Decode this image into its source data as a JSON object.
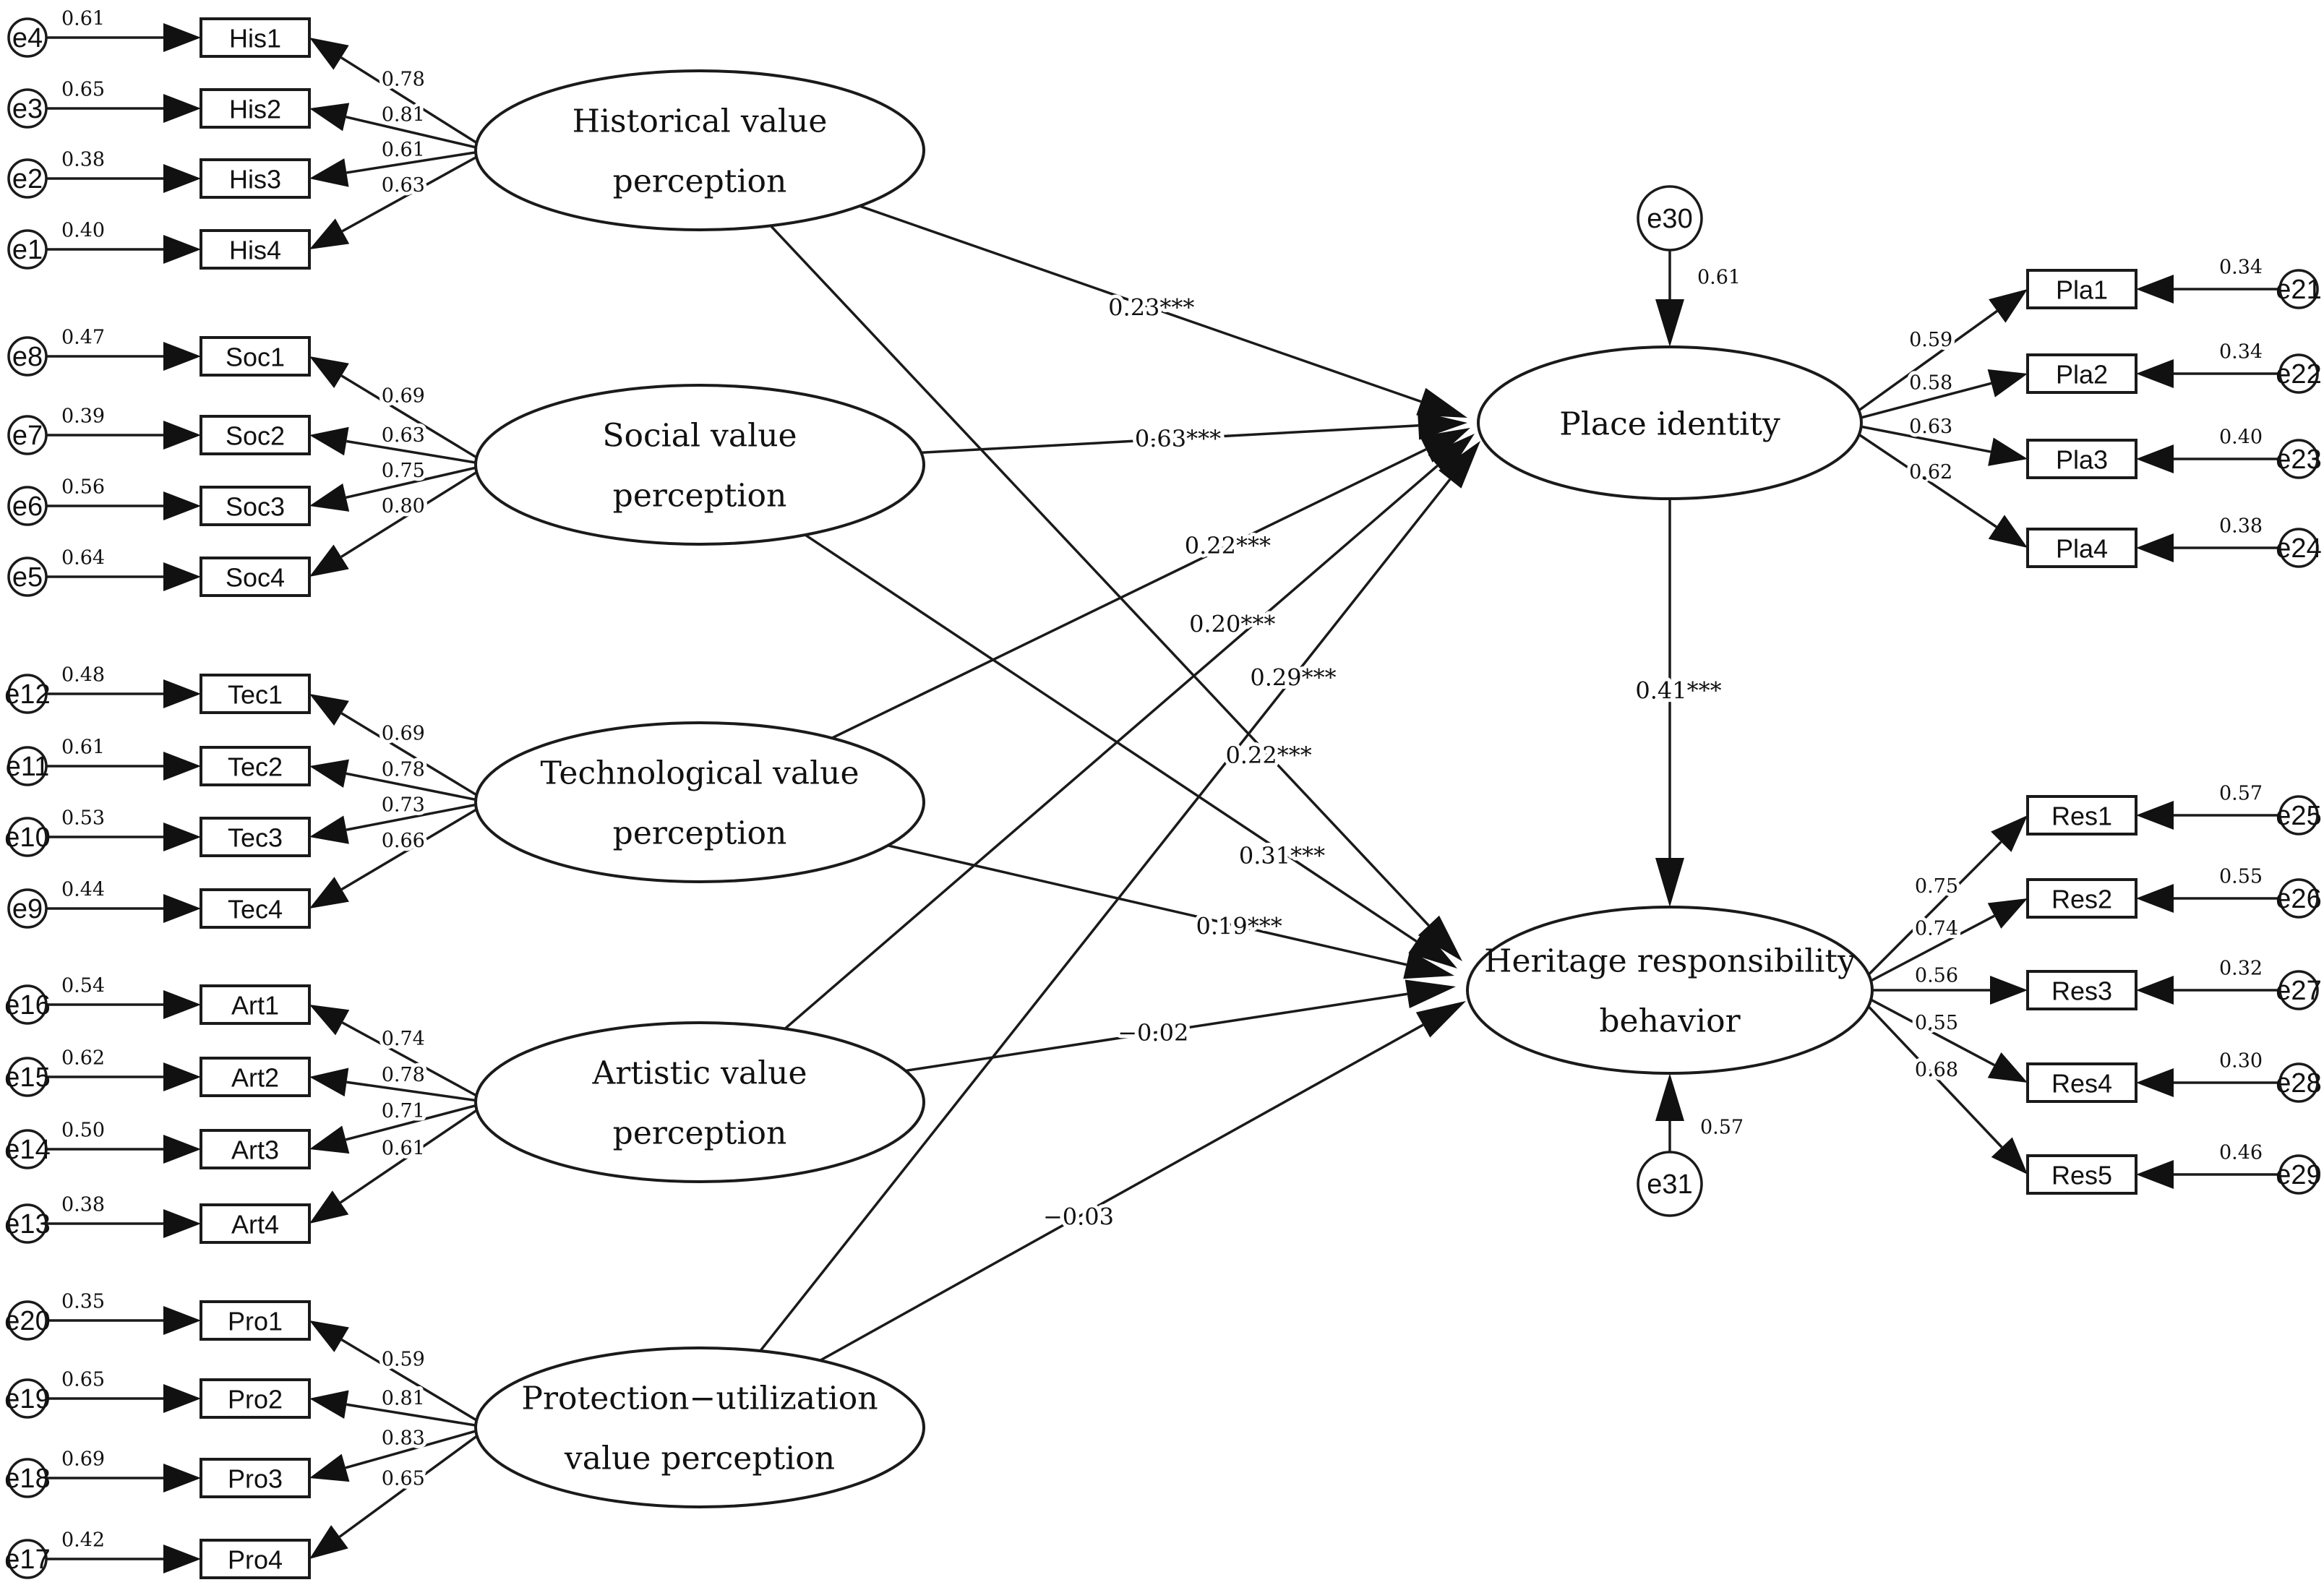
{
  "latents": [
    {
      "id": "his",
      "label_line1": "Historical value",
      "label_line2": "perception"
    },
    {
      "id": "soc",
      "label_line1": "Social value",
      "label_line2": "perception"
    },
    {
      "id": "tec",
      "label_line1": "Technological value",
      "label_line2": "perception"
    },
    {
      "id": "art",
      "label_line1": "Artistic value",
      "label_line2": "perception"
    },
    {
      "id": "pro",
      "label_line1": "Protection−utilization",
      "label_line2": "value perception"
    },
    {
      "id": "pla",
      "label_line1": "Place identity",
      "label_line2": ""
    },
    {
      "id": "res",
      "label_line1": "Heritage responsibility",
      "label_line2": "behavior"
    }
  ],
  "indicators": [
    {
      "id": "His1",
      "latent": "his",
      "loading": "0.78",
      "error": "e4",
      "error_var": "0.61"
    },
    {
      "id": "His2",
      "latent": "his",
      "loading": "0.81",
      "error": "e3",
      "error_var": "0.65"
    },
    {
      "id": "His3",
      "latent": "his",
      "loading": "0.61",
      "error": "e2",
      "error_var": "0.38"
    },
    {
      "id": "His4",
      "latent": "his",
      "loading": "0.63",
      "error": "e1",
      "error_var": "0.40"
    },
    {
      "id": "Soc1",
      "latent": "soc",
      "loading": "0.69",
      "error": "e8",
      "error_var": "0.47"
    },
    {
      "id": "Soc2",
      "latent": "soc",
      "loading": "0.63",
      "error": "e7",
      "error_var": "0.39"
    },
    {
      "id": "Soc3",
      "latent": "soc",
      "loading": "0.75",
      "error": "e6",
      "error_var": "0.56"
    },
    {
      "id": "Soc4",
      "latent": "soc",
      "loading": "0.80",
      "error": "e5",
      "error_var": "0.64"
    },
    {
      "id": "Tec1",
      "latent": "tec",
      "loading": "0.69",
      "error": "e12",
      "error_var": "0.48"
    },
    {
      "id": "Tec2",
      "latent": "tec",
      "loading": "0.78",
      "error": "e11",
      "error_var": "0.61"
    },
    {
      "id": "Tec3",
      "latent": "tec",
      "loading": "0.73",
      "error": "e10",
      "error_var": "0.53"
    },
    {
      "id": "Tec4",
      "latent": "tec",
      "loading": "0.66",
      "error": "e9",
      "error_var": "0.44"
    },
    {
      "id": "Art1",
      "latent": "art",
      "loading": "0.74",
      "error": "e16",
      "error_var": "0.54"
    },
    {
      "id": "Art2",
      "latent": "art",
      "loading": "0.78",
      "error": "e15",
      "error_var": "0.62"
    },
    {
      "id": "Art3",
      "latent": "art",
      "loading": "0.71",
      "error": "e14",
      "error_var": "0.50"
    },
    {
      "id": "Art4",
      "latent": "art",
      "loading": "0.61",
      "error": "e13",
      "error_var": "0.38"
    },
    {
      "id": "Pro1",
      "latent": "pro",
      "loading": "0.59",
      "error": "e20",
      "error_var": "0.35"
    },
    {
      "id": "Pro2",
      "latent": "pro",
      "loading": "0.81",
      "error": "e19",
      "error_var": "0.65"
    },
    {
      "id": "Pro3",
      "latent": "pro",
      "loading": "0.83",
      "error": "e18",
      "error_var": "0.69"
    },
    {
      "id": "Pro4",
      "latent": "pro",
      "loading": "0.65",
      "error": "e17",
      "error_var": "0.42"
    },
    {
      "id": "Pla1",
      "latent": "pla",
      "loading": "0.59",
      "error": "e21",
      "error_var": "0.34"
    },
    {
      "id": "Pla2",
      "latent": "pla",
      "loading": "0.58",
      "error": "e22",
      "error_var": "0.34"
    },
    {
      "id": "Pla3",
      "latent": "pla",
      "loading": "0.63",
      "error": "e23",
      "error_var": "0.40"
    },
    {
      "id": "Pla4",
      "latent": "pla",
      "loading": "0.62",
      "error": "e24",
      "error_var": "0.38"
    },
    {
      "id": "Res1",
      "latent": "res",
      "loading": "0.75",
      "error": "e25",
      "error_var": "0.57"
    },
    {
      "id": "Res2",
      "latent": "res",
      "loading": "0.74",
      "error": "e26",
      "error_var": "0.55"
    },
    {
      "id": "Res3",
      "latent": "res",
      "loading": "0.56",
      "error": "e27",
      "error_var": "0.32"
    },
    {
      "id": "Res4",
      "latent": "res",
      "loading": "0.55",
      "error": "e28",
      "error_var": "0.30"
    },
    {
      "id": "Res5",
      "latent": "res",
      "loading": "0.68",
      "error": "e29",
      "error_var": "0.46"
    }
  ],
  "paths": [
    {
      "from": "his",
      "to": "pla",
      "coef": "0.23***"
    },
    {
      "from": "soc",
      "to": "pla",
      "coef": "0.63***"
    },
    {
      "from": "tec",
      "to": "pla",
      "coef": "0.22***"
    },
    {
      "from": "art",
      "to": "pla",
      "coef": "0.20***"
    },
    {
      "from": "pro",
      "to": "pla",
      "coef": "0.29***"
    },
    {
      "from": "his",
      "to": "res",
      "coef": "0.22***"
    },
    {
      "from": "soc",
      "to": "res",
      "coef": "0.31***"
    },
    {
      "from": "tec",
      "to": "res",
      "coef": "0.19***"
    },
    {
      "from": "art",
      "to": "res",
      "coef": "−0.02"
    },
    {
      "from": "pro",
      "to": "res",
      "coef": "−0.03"
    },
    {
      "from": "pla",
      "to": "res",
      "coef": "0.41***"
    }
  ],
  "disturbances": [
    {
      "id": "e30",
      "target": "pla",
      "value": "0.61"
    },
    {
      "id": "e31",
      "target": "res",
      "value": "0.57"
    }
  ]
}
